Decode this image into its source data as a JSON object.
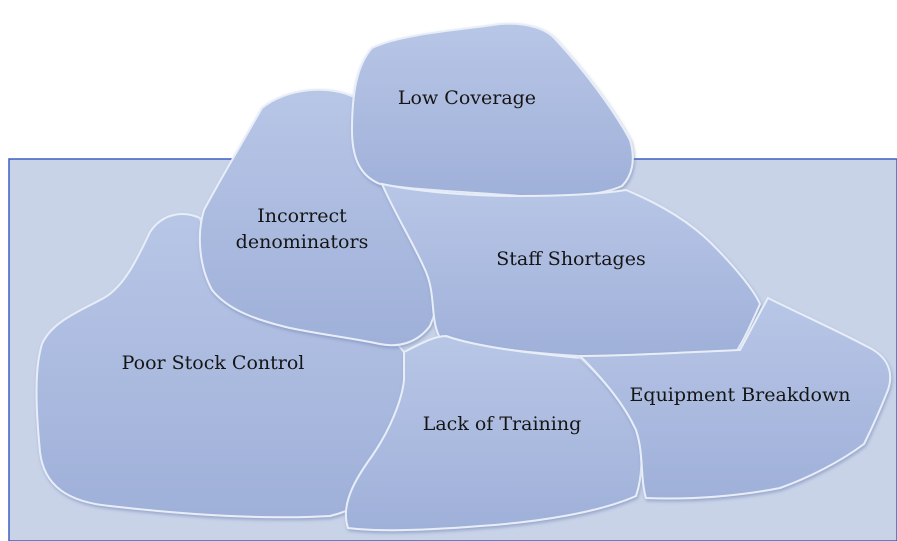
{
  "diagram": {
    "surface_label": "",
    "rocks": {
      "low_coverage": "Low Coverage",
      "incorrect_denominators_line1": "Incorrect",
      "incorrect_denominators_line2": "denominators",
      "staff_shortages": "Staff Shortages",
      "poor_stock_control": "Poor Stock Control",
      "lack_of_training": "Lack of Training",
      "equipment_breakdown": "Equipment Breakdown"
    }
  },
  "colors": {
    "water_fill": "#c8d3e8",
    "water_line": "#3f5fbf",
    "rock_fill": "#a9b9de",
    "rock_edge": "#e8eef8",
    "rock_shadow": "#7f93c4"
  }
}
